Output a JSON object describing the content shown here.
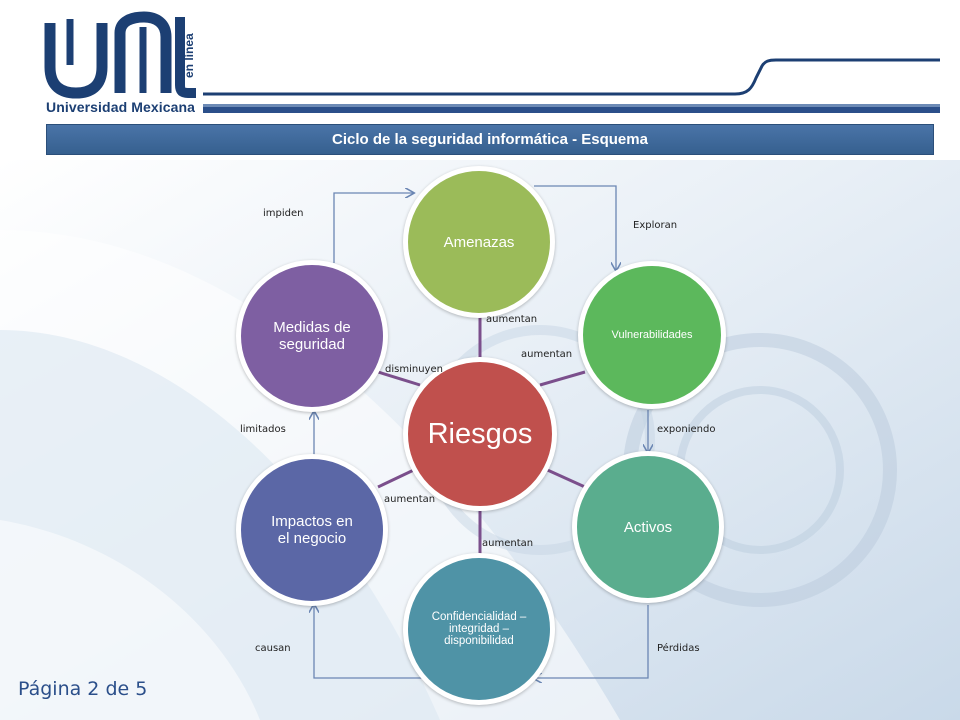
{
  "logo": {
    "name": "Universidad Mexicana",
    "tagline": "en línea"
  },
  "header": {
    "title": "Ciclo de la seguridad informática - Esquema"
  },
  "diagram": {
    "center": "Riesgos",
    "nodes": {
      "amenazas": "Amenazas",
      "vulnerabilidades": "Vulnerabilidades",
      "activos": "Activos",
      "cid": "Confidencialidad – integridad – disponibilidad",
      "impactos": "Impactos en el negocio",
      "medidas": "Medidas de seguridad"
    },
    "labels": {
      "impiden": "impiden",
      "exploran": "Exploran",
      "aumentan_amenazas": "aumentan",
      "aumentan_vulnerabilidades": "aumentan",
      "disminuyen": "disminuyen",
      "limitados": "limitados",
      "exponiendo": "exponiendo",
      "aumentan_impactos": "aumentan",
      "aumentan_cid": "aumentan",
      "causan": "causan",
      "perdidas": "Pérdidas"
    },
    "colors": {
      "center": "#c0504d",
      "amenazas": "#9bbb59",
      "vulnerabilidades": "#5cb85c",
      "activos": "#5aad8e",
      "cid": "#4f93a6",
      "impactos": "#5b67a6",
      "medidas": "#7e5fa2",
      "connector": "#7b4f8c",
      "arrow": "#6b86b3"
    }
  },
  "footer": {
    "page": "Página 2 de 5"
  }
}
